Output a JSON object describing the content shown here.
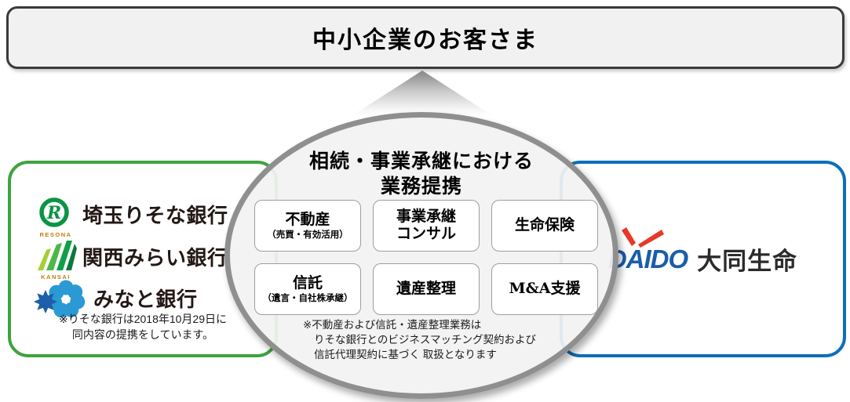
{
  "header": {
    "title": "中小企業のお客さま"
  },
  "partnership": {
    "title_line1": "相続・事業承継における",
    "title_line2": "業務提携",
    "services": [
      {
        "line1": "不動産",
        "sub": "（売買・有効活用）"
      },
      {
        "line1": "事業承継",
        "line2": "コンサル"
      },
      {
        "line1": "生命保険"
      },
      {
        "line1": "信託",
        "sub": "（遺言・自社株承継）"
      },
      {
        "line1": "遺産整理"
      },
      {
        "line1": "M&A支援"
      }
    ],
    "note_line1": "※不動産および信託・遺産整理業務は",
    "note_line2": "りそな銀行とのビジネスマッチング契約および",
    "note_line3": "信託代理契約に基づく 取扱となります"
  },
  "banks": {
    "items": [
      {
        "name": "埼玉りそな銀行",
        "logo_caption": "RESONA"
      },
      {
        "name": "関西みらい銀行",
        "logo_caption": "KANSAI"
      },
      {
        "name": "みなと銀行",
        "logo_caption": ""
      }
    ],
    "note_line1": "※りそな銀行は2018年10月29日に",
    "note_line2": "同内容の提携をしています。"
  },
  "insurer": {
    "logo_text": "DAIDO",
    "name": "大同生命"
  },
  "colors": {
    "green_border": "#3fa33f",
    "blue_border": "#0d6fba",
    "ellipse_border": "#8f8f8f",
    "service_border": "#9e9e9e",
    "resona_green": "#0b9444",
    "caption_orange": "#bf7f0c",
    "kansai_light": "#a5ce39",
    "kansai_mid": "#4db848",
    "kansai_dark": "#0f9e49",
    "kansai_deep": "#0b7a3c",
    "minato_light": "#2b99d3",
    "minato_dark": "#1d5fa9",
    "daido_blue": "#1a5dab",
    "daido_red": "#e73828"
  }
}
